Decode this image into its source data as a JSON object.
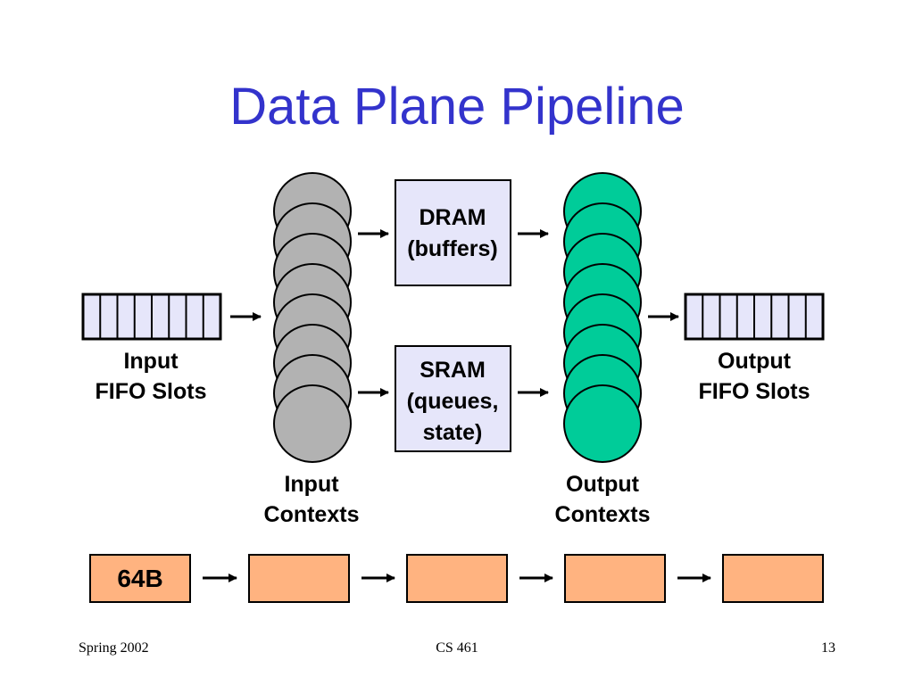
{
  "slide": {
    "title": "Data Plane Pipeline"
  },
  "diagram": {
    "dram": {
      "line1": "DRAM",
      "line2": "(buffers)"
    },
    "sram": {
      "line1": "SRAM",
      "line2": "(queues,",
      "line3": "state)"
    },
    "input_fifo": {
      "line1": "Input",
      "line2": "FIFO Slots",
      "slot_count": 8
    },
    "output_fifo": {
      "line1": "Output",
      "line2": "FIFO Slots",
      "slot_count": 8
    },
    "input_contexts": {
      "line1": "Input",
      "line2": "Contexts",
      "count": 8
    },
    "output_contexts": {
      "line1": "Output",
      "line2": "Contexts",
      "count": 8
    },
    "chunks": {
      "first_label": "64B",
      "count": 5
    }
  },
  "colors": {
    "title": "#3333cc",
    "memory_box_fill": "#e6e6fa",
    "fifo_fill": "#e6e6fa",
    "input_context_fill": "#b2b2b2",
    "output_context_fill": "#00cc99",
    "chunk_fill": "#ffb380"
  },
  "footer": {
    "left": "Spring 2002",
    "center": "CS 461",
    "right": "13"
  }
}
